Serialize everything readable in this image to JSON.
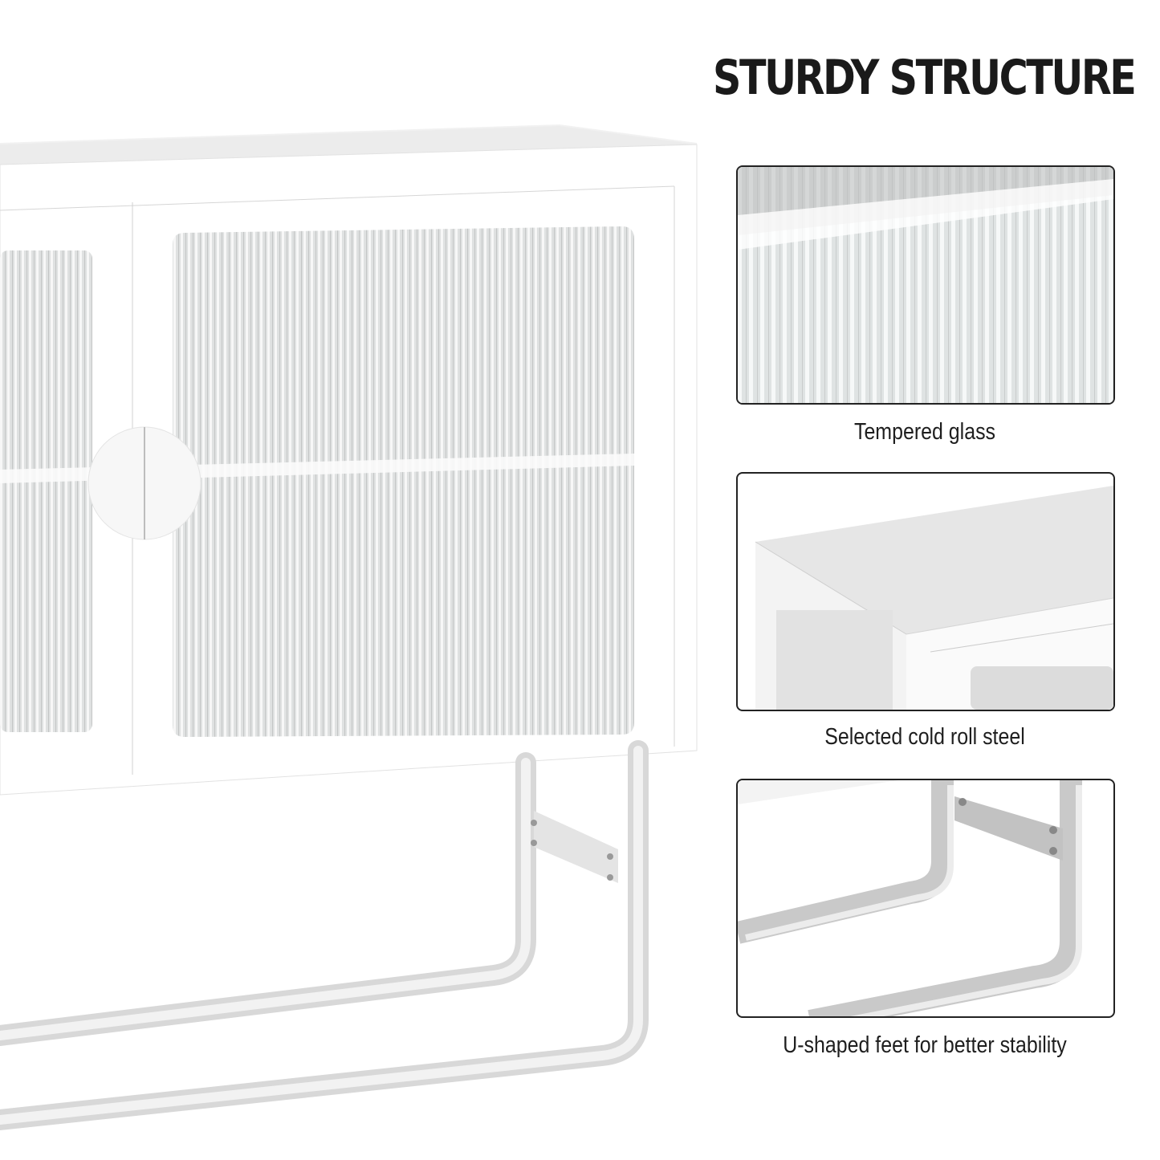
{
  "title": "STURDY STRUCTURE",
  "features": [
    {
      "caption": "Tempered glass",
      "detail": "fluted-glass-closeup"
    },
    {
      "caption": "Selected cold roll steel",
      "detail": "cabinet-corner-closeup"
    },
    {
      "caption": "U-shaped feet for better stability",
      "detail": "u-shaped-leg-closeup"
    }
  ],
  "product": {
    "name": "white-fluted-glass-sideboard",
    "color": "#ffffff",
    "glass_color": "#d9dcdc",
    "frame_color": "#fafafa"
  }
}
